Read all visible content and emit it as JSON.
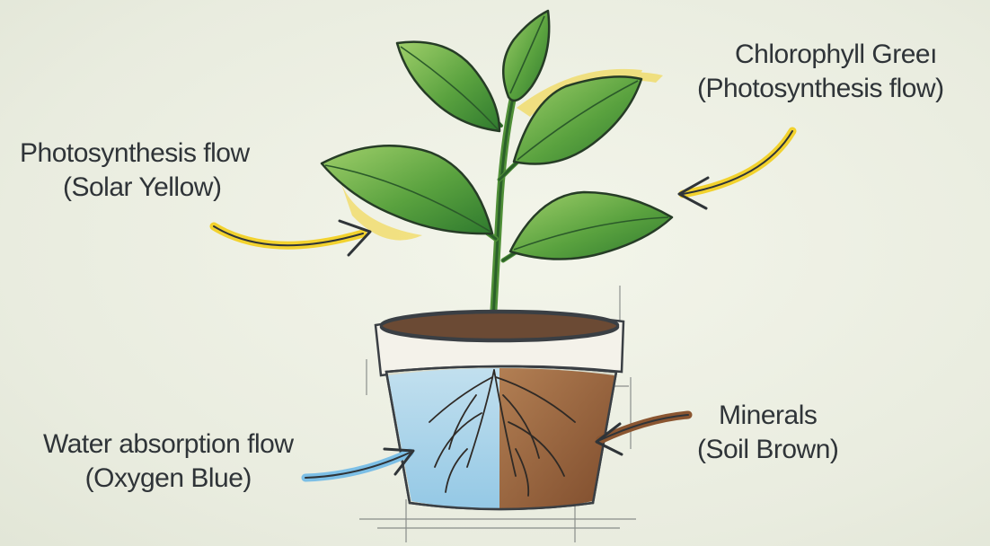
{
  "labels": {
    "photosynthesis": {
      "line1": "Photosynthesis flow",
      "line2": "(Solar Yellow)"
    },
    "chlorophyll": {
      "line1": "Chlorophyll Greeı",
      "line2": "(Photosynthesis flow)"
    },
    "water": {
      "line1": "Water absorption flow",
      "line2": "(Oxygen Blue)"
    },
    "minerals": {
      "line1": "Minerals",
      "line2": "(Soil Brown)"
    }
  },
  "colors": {
    "solar_yellow": "#f2d22e",
    "chlorophyll_green": "#4f9a3c",
    "oxygen_blue": "#7cbfe6",
    "soil_brown": "#8a5530",
    "pot_rim": "#f4f2ea",
    "ink": "#2f3438"
  }
}
